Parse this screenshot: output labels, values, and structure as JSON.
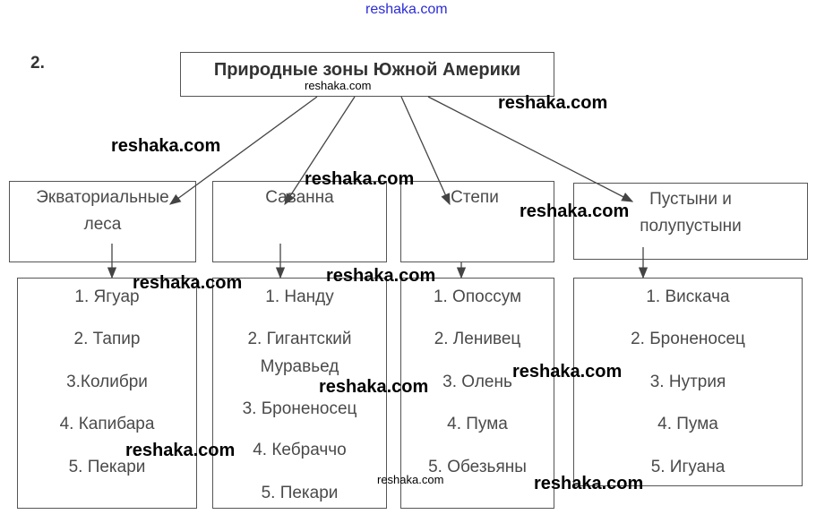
{
  "header_watermark": "reshaka.com",
  "task_number": "2.",
  "title": "Природные зоны Южной Америки",
  "zones": [
    {
      "name_line1": "Экваториальные",
      "name_line2": "леса",
      "items": [
        "1. Ягуар",
        "2. Тапир",
        "3.Колибри",
        "4. Капибара",
        "5. Пекари"
      ]
    },
    {
      "name_line1": "Саванна",
      "name_line2": "",
      "items": [
        "1. Нанду",
        "2. Гигантский",
        "Муравьед",
        "3. Броненосец",
        "4. Кебраччо",
        "5. Пекари"
      ]
    },
    {
      "name_line1": "Степи",
      "name_line2": "",
      "items": [
        "1. Опоссум",
        "2. Ленивец",
        "3. Олень",
        "4. Пума",
        "5. Обезьяны"
      ]
    },
    {
      "name_line1": "Пустыни и",
      "name_line2": "полупустыни",
      "items": [
        "1. Вискача",
        "2. Броненосец",
        "3. Нутрия",
        "4. Пума",
        "5. Игуана"
      ]
    }
  ],
  "watermark": "reshaka.com",
  "colors": {
    "header_watermark": "#2b2bd8",
    "text": "#4a4a4a",
    "lines": "#444444"
  }
}
